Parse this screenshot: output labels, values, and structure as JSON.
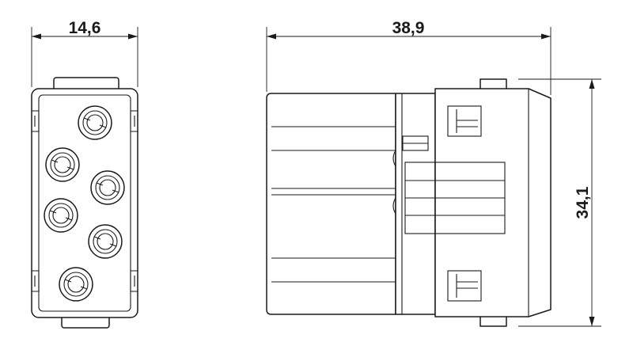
{
  "dimensions": {
    "width_front": "14,6",
    "length_side": "38,9",
    "height_side": "34,1"
  },
  "contacts": {
    "count": 6
  },
  "colors": {
    "line": "#1a1a1a",
    "background": "#ffffff"
  }
}
